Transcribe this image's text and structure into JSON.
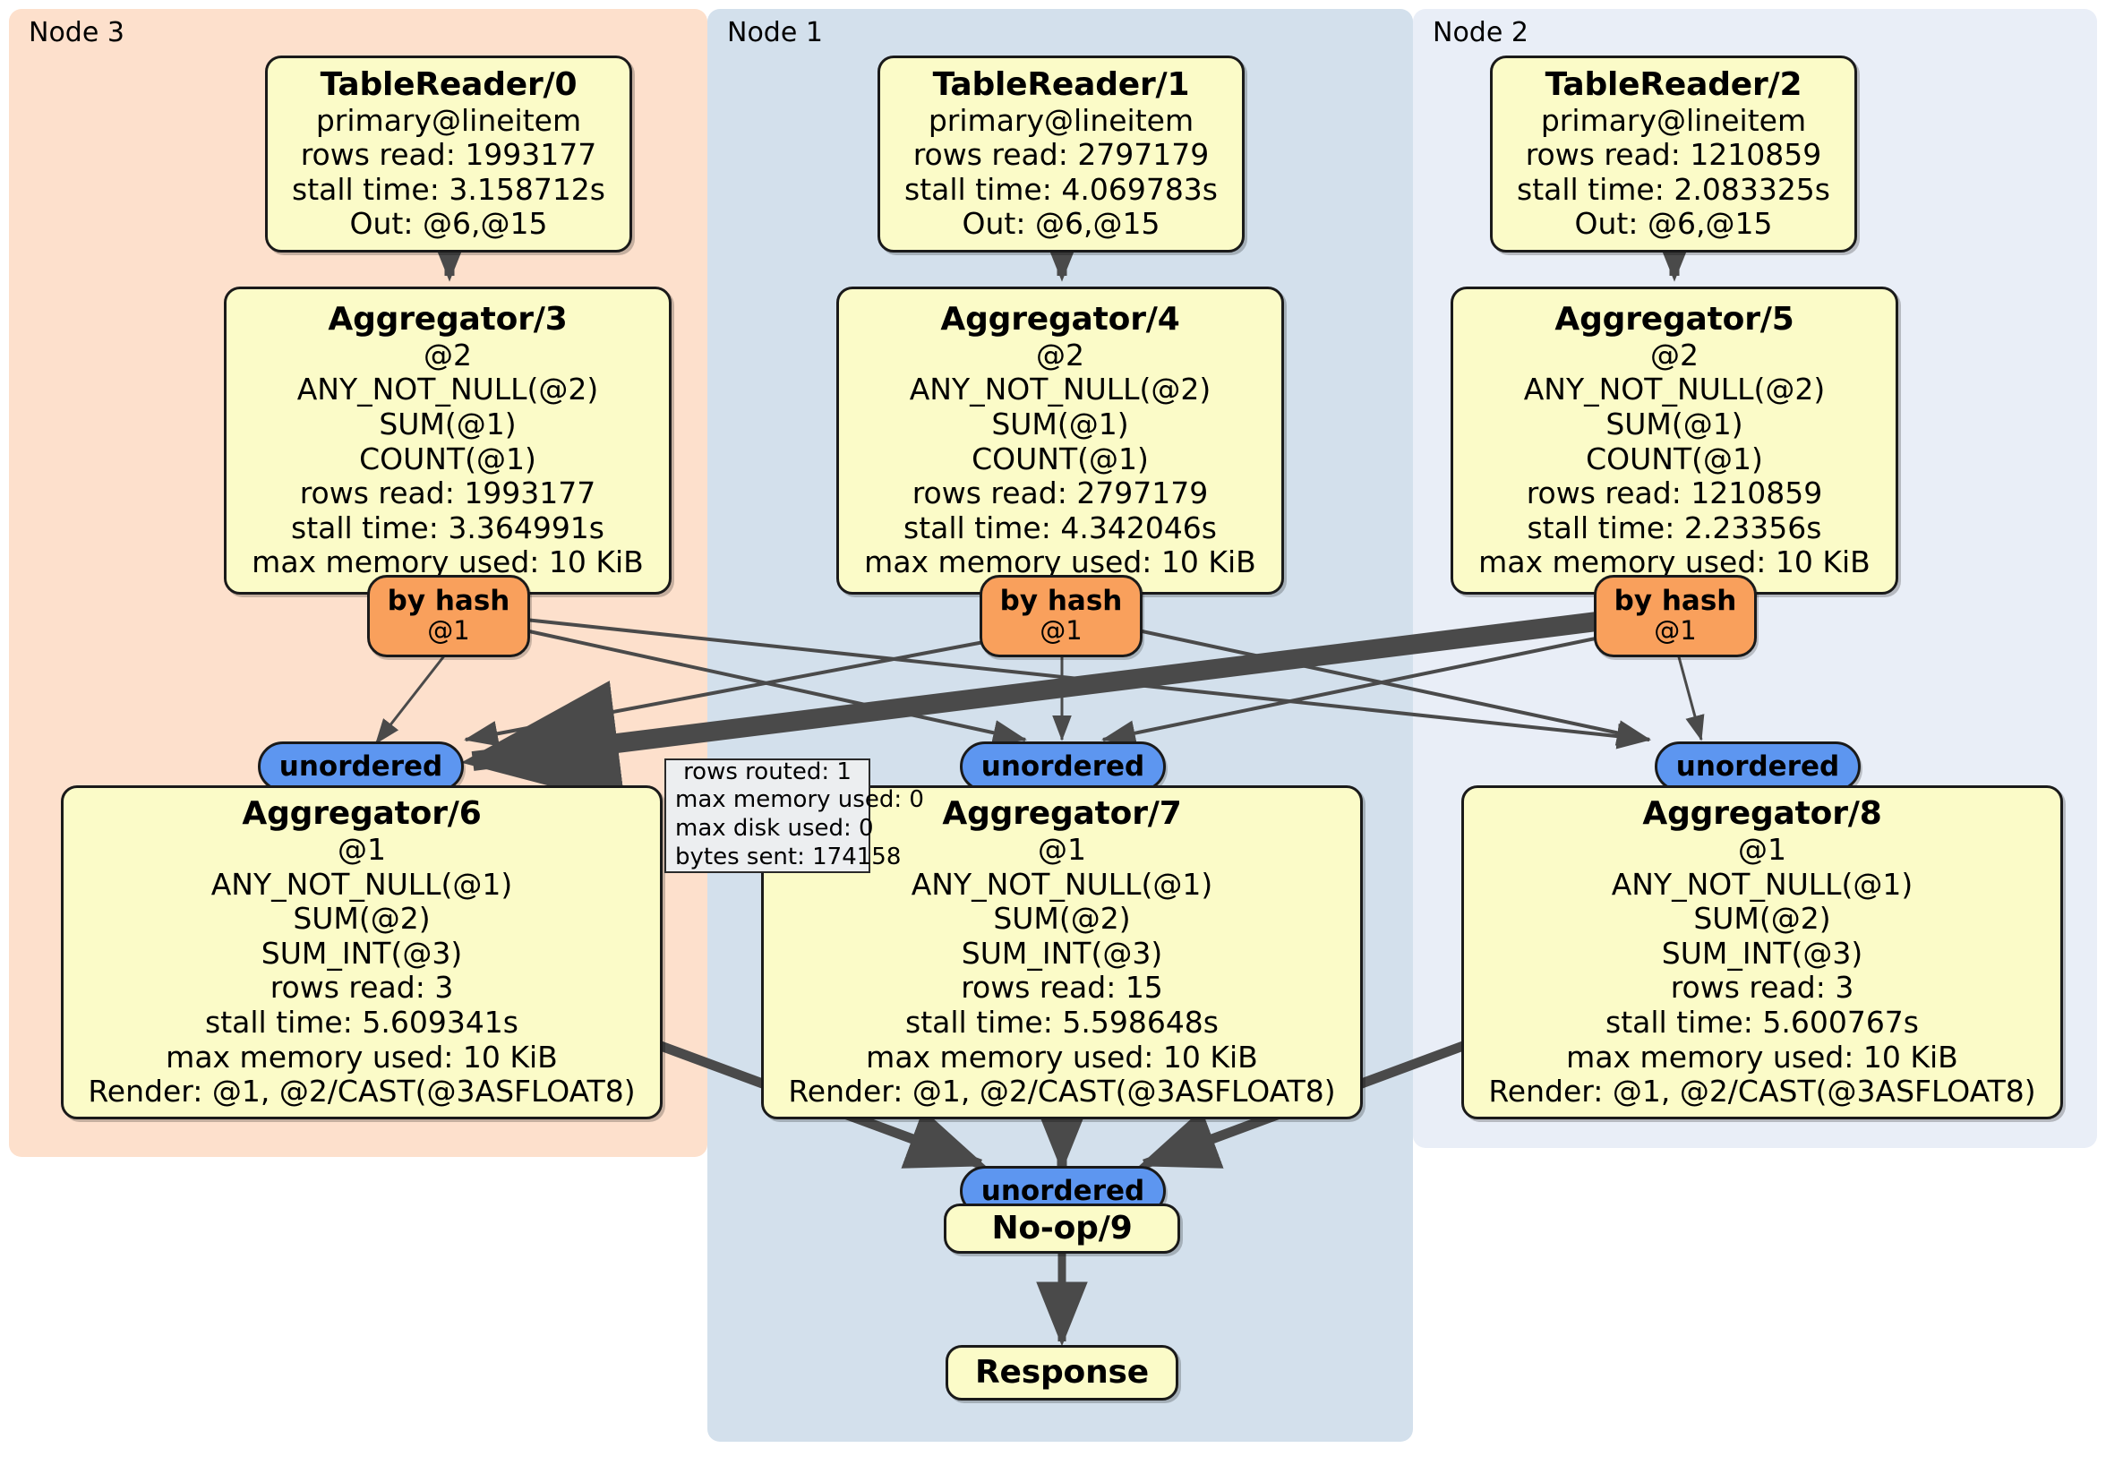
{
  "clusters": [
    {
      "label": "Node 3",
      "color": "#fde0cc"
    },
    {
      "label": "Node 1",
      "color": "#d3e0ec"
    },
    {
      "label": "Node 2",
      "color": "#e9eef7"
    }
  ],
  "table_readers": [
    {
      "title": "TableReader/0",
      "lines": [
        "primary@lineitem",
        "rows read: 1993177",
        "stall time: 3.158712s",
        "Out: @6,@15"
      ]
    },
    {
      "title": "TableReader/1",
      "lines": [
        "primary@lineitem",
        "rows read: 2797179",
        "stall time: 4.069783s",
        "Out: @6,@15"
      ]
    },
    {
      "title": "TableReader/2",
      "lines": [
        "primary@lineitem",
        "rows read: 1210859",
        "stall time: 2.083325s",
        "Out: @6,@15"
      ]
    }
  ],
  "aggregators_top": [
    {
      "title": "Aggregator/3",
      "lines": [
        "@2",
        "ANY_NOT_NULL(@2)",
        "SUM(@1)",
        "COUNT(@1)",
        "rows read: 1993177",
        "stall time: 3.364991s",
        "max memory used: 10 KiB"
      ]
    },
    {
      "title": "Aggregator/4",
      "lines": [
        "@2",
        "ANY_NOT_NULL(@2)",
        "SUM(@1)",
        "COUNT(@1)",
        "rows read: 2797179",
        "stall time: 4.342046s",
        "max memory used: 10 KiB"
      ]
    },
    {
      "title": "Aggregator/5",
      "lines": [
        "@2",
        "ANY_NOT_NULL(@2)",
        "SUM(@1)",
        "COUNT(@1)",
        "rows read: 1210859",
        "stall time: 2.23356s",
        "max memory used: 10 KiB"
      ]
    }
  ],
  "aggregators_bottom": [
    {
      "title": "Aggregator/6",
      "lines": [
        "@1",
        "ANY_NOT_NULL(@1)",
        "SUM(@2)",
        "SUM_INT(@3)",
        "rows read: 3",
        "stall time: 5.609341s",
        "max memory used: 10 KiB",
        "Render: @1, @2/CAST(@3ASFLOAT8)"
      ]
    },
    {
      "title": "Aggregator/7",
      "lines": [
        "@1",
        "ANY_NOT_NULL(@1)",
        "SUM(@2)",
        "SUM_INT(@3)",
        "rows read: 15",
        "stall time: 5.598648s",
        "max memory used: 10 KiB",
        "Render: @1, @2/CAST(@3ASFLOAT8)"
      ]
    },
    {
      "title": "Aggregator/8",
      "lines": [
        "@1",
        "ANY_NOT_NULL(@1)",
        "SUM(@2)",
        "SUM_INT(@3)",
        "rows read: 3",
        "stall time: 5.600767s",
        "max memory used: 10 KiB",
        "Render: @1, @2/CAST(@3ASFLOAT8)"
      ]
    }
  ],
  "routers_hash": [
    {
      "type": "by hash",
      "column": "@1"
    },
    {
      "type": "by hash",
      "column": "@1"
    },
    {
      "type": "by hash",
      "column": "@1"
    }
  ],
  "routers_unordered": [
    {
      "type": "unordered"
    },
    {
      "type": "unordered"
    },
    {
      "type": "unordered"
    },
    {
      "type": "unordered"
    }
  ],
  "stats_tooltip": {
    "lines": [
      "rows routed: 1",
      "max memory used: 0",
      "max disk used: 0",
      "bytes sent: 174158"
    ]
  },
  "terminal_nodes": {
    "noop": "No-op/9",
    "response": "Response"
  },
  "colors": {
    "node_fill": "#fbfbc8",
    "node_stroke": "#1a1a1a",
    "hash_router": "#f9a05c",
    "unordered_router": "#5d96f0",
    "cluster_node3": "#fde0cc",
    "cluster_node1": "#d3e0ec",
    "cluster_node2": "#e9eef7",
    "edge": "#4a4a4a",
    "stats_bg": "#eceef0"
  }
}
